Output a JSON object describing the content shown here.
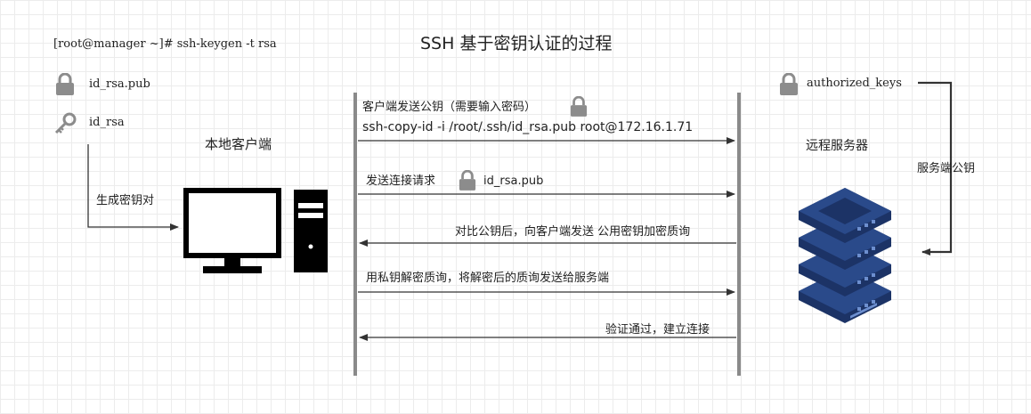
{
  "title": "SSH 基于密钥认证的过程",
  "command": "[root@manager ~]# ssh-keygen -t rsa",
  "client": {
    "pub_key_label": "id_rsa.pub",
    "priv_key_label": "id_rsa",
    "gen_pair_label": "生成密钥对",
    "name": "本地客户端"
  },
  "server": {
    "authorized_keys_label": "authorized_keys",
    "name": "远程服务器",
    "server_pubkey_label": "服务端公钥"
  },
  "messages": [
    {
      "text": "客户端发送公钥（需要输入密码）",
      "direction": "right"
    },
    {
      "text": "ssh-copy-id -i /root/.ssh/id_rsa.pub root@172.16.1.71",
      "direction": "right"
    },
    {
      "text": "发送连接请求",
      "key_label": "id_rsa.pub",
      "direction": "right"
    },
    {
      "text": "对比公钥后，向客户端发送 公用密钥加密质询",
      "direction": "left"
    },
    {
      "text": "用私钥解密质询，将解密后的质询发送给服务端",
      "direction": "right"
    },
    {
      "text": "验证通过，建立连接",
      "direction": "left"
    }
  ],
  "icons": {
    "lock": "lock-icon",
    "key": "key-icon",
    "computer": "computer-icon",
    "server": "server-stack-icon"
  },
  "colors": {
    "server_blue": "#2a4a8a",
    "server_dark": "#1c3366",
    "lifeline": "#8a8a8a",
    "icon_gray": "#8c8c8c"
  }
}
